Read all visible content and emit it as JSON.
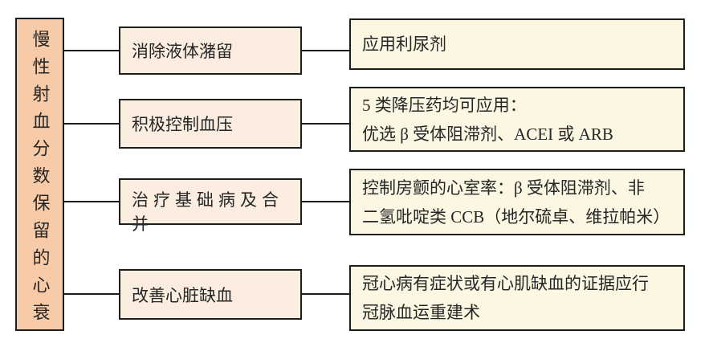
{
  "diagram": {
    "title_hint": "慢性射血分数保留的心衰治疗流程图",
    "root": {
      "label": "慢性射血分数保留的心衰"
    },
    "branches": [
      {
        "category": "消除液体潴留",
        "detail_lines": [
          "应用利尿剂"
        ]
      },
      {
        "category": "积极控制血压",
        "detail_lines": [
          "5 类降压药均可应用：",
          "优选 β 受体阻滞剂、ACEI 或 ARB"
        ]
      },
      {
        "category": "治疗基础病及合并",
        "category_stray_mark": "-",
        "detail_lines": [
          "控制房颤的心室率：β 受体阻滞剂、非",
          "二氢吡啶类 CCB（地尔硫卓、维拉帕米）"
        ]
      },
      {
        "category": "改善心脏缺血",
        "detail_lines": [
          "冠心病有症状或有心肌缺血的证据应行",
          "冠脉血运重建术"
        ]
      }
    ],
    "colors": {
      "root_fill": "#f8cba8",
      "category_fill": "#fbeee1",
      "detail_fill": "#fcf7e2",
      "border": "#1d1d1b",
      "text": "#262626",
      "background": "#ffffff"
    }
  }
}
